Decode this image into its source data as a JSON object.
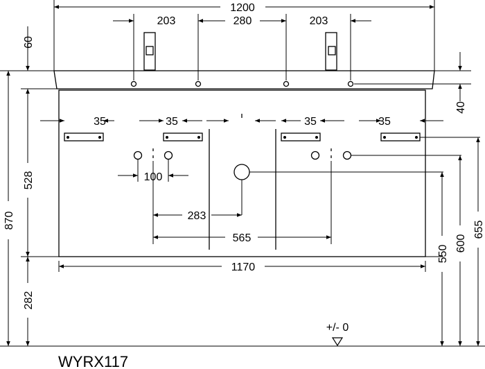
{
  "model": "WYRX117",
  "level_label": "+/- 0",
  "dimensions": {
    "overall_width": "1200",
    "tap_spacing_left": "203",
    "tap_spacing_center": "280",
    "tap_spacing_right": "203",
    "top_height": "60",
    "top_thickness": "40",
    "cabinet_height": "528",
    "total_height": "870",
    "leg_height": "282",
    "bracket_1": "35",
    "bracket_2": "35",
    "bracket_3": "35",
    "bracket_4": "35",
    "hole_spacing": "100",
    "drain_offset": "283",
    "cabinet_gap": "565",
    "cabinet_width": "1170",
    "height_550": "550",
    "height_600": "600",
    "height_655": "655"
  }
}
